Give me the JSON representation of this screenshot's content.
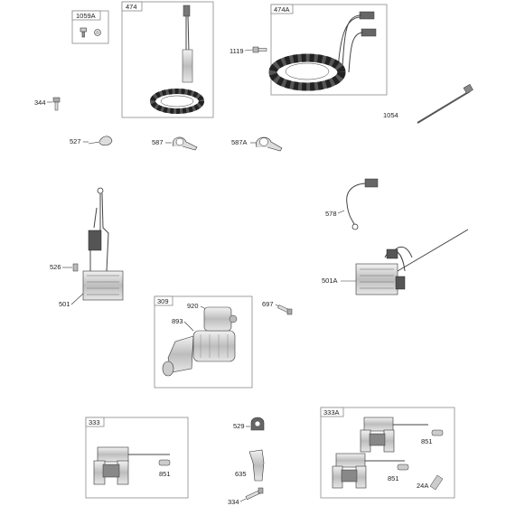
{
  "callouts": {
    "c1059A": "1059A",
    "c474": "474",
    "c474A": "474A",
    "c1119": "1119",
    "c344": "344",
    "c1054": "1054",
    "c527": "527",
    "c587": "587",
    "c587A": "587A",
    "c578": "578",
    "c526": "526",
    "c501": "501",
    "c309": "309",
    "c920": "920",
    "c893": "893",
    "c697": "697",
    "c501A": "501A",
    "c333": "333",
    "c851a": "851",
    "c529": "529",
    "c635": "635",
    "c334": "334",
    "c333A": "333A",
    "c851b": "851",
    "c851c": "851",
    "c24A": "24A"
  }
}
